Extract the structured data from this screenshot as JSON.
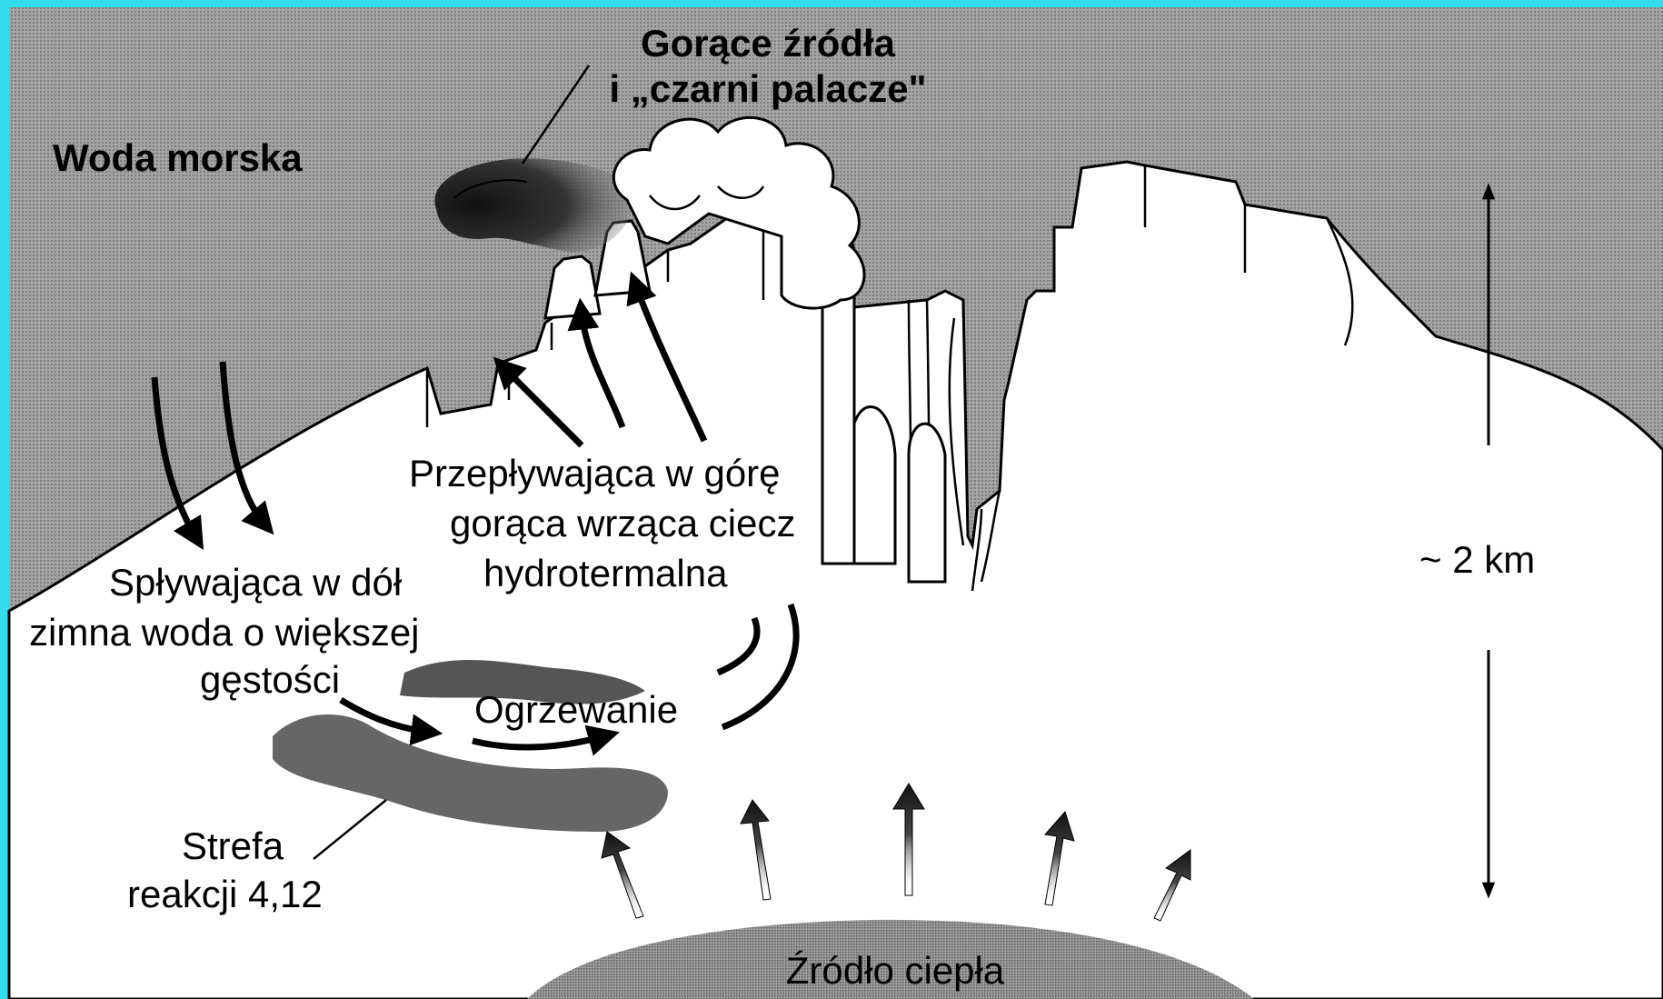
{
  "labels": {
    "hot_springs": {
      "line1": "Gorące źródła",
      "line2": "i „czarni palacze\""
    },
    "sea_water": "Woda morska",
    "upflow": {
      "line1": "Przepływająca w górę",
      "line2": "gorąca wrząca ciecz",
      "line3": "hydrotermalna"
    },
    "downflow": {
      "line1": "Spływająca w dół",
      "line2": "zimna woda o większej",
      "line3": "gęstości"
    },
    "heating": "Ogrzewanie",
    "depth": "~ 2 km",
    "reaction_zone": {
      "line1": "Strefa",
      "line2": "reakcji 4,12"
    },
    "heat_source": "Źródło ciepła"
  },
  "colors": {
    "frame": "#33ddee",
    "sea_fill": "#9a9a9a",
    "crust_fill": "#ffffff",
    "outline": "#000000",
    "smoke": "#2a2a2a",
    "zone_fill": "#666666",
    "source_fill": "#8a8a8a"
  },
  "icons": [
    "arrow-down-icon",
    "arrow-up-icon",
    "black-smoker-icon",
    "steam-cloud-icon"
  ]
}
